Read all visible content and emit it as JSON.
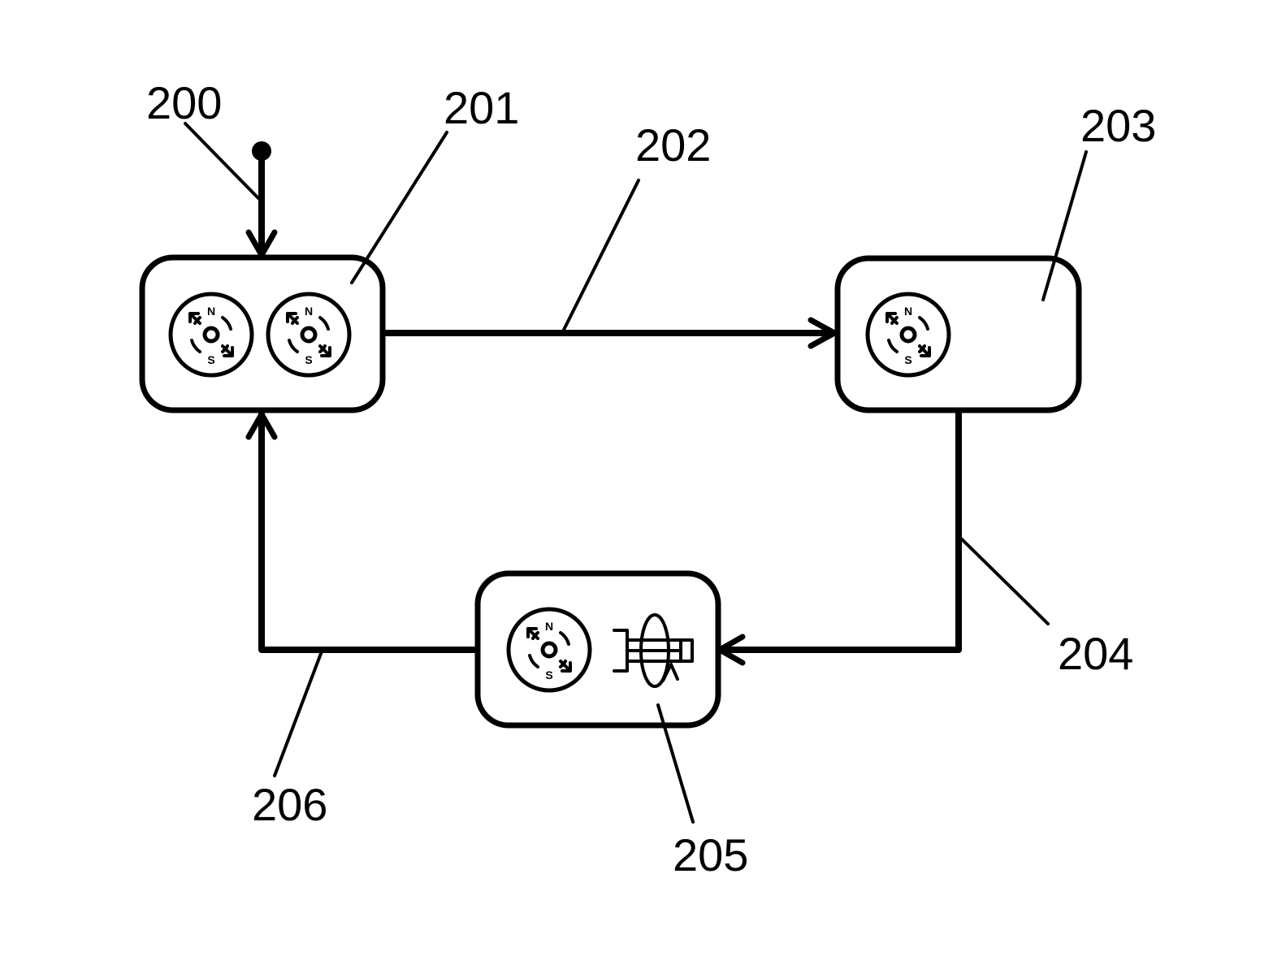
{
  "references": {
    "r200": "200",
    "r201": "201",
    "r202": "202",
    "r203": "203",
    "r204": "204",
    "r205": "205",
    "r206": "206"
  },
  "icon": {
    "north": "N",
    "south": "S",
    "names": {
      "magnet": "magnetic-rotor-icon",
      "actuator": "rotation-actuator-icon"
    }
  }
}
